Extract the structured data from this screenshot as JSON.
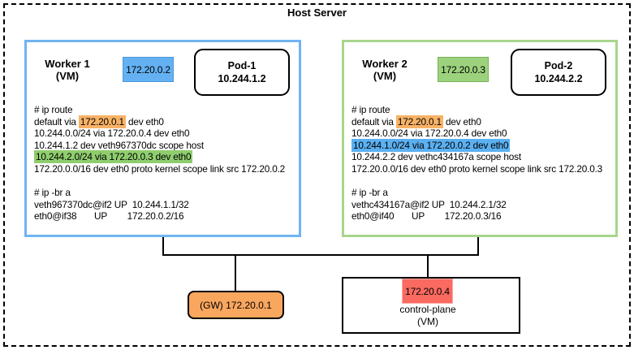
{
  "diagram": {
    "title": "Host Server",
    "colors": {
      "blue": "#5bb0f1",
      "green": "#8fce6e",
      "orange": "#f8b266",
      "red": "#fa6a61",
      "worker1_border": "#70b4f2",
      "worker2_border": "#a7d68d",
      "gateway_fill": "#f9a65e",
      "blue_chip": "#63b1f2",
      "green_chip": "#9cd27d"
    },
    "worker1": {
      "name": "Worker 1",
      "type": "(VM)",
      "ip": "172.20.0.2",
      "pod": {
        "name": "Pod-1",
        "ip": "10.244.1.2"
      },
      "terminal": [
        [
          {
            "t": "# ip route"
          }
        ],
        [
          {
            "t": "default via "
          },
          {
            "t": "172.20.0.1",
            "hl": "orange"
          },
          {
            "t": " dev eth0"
          }
        ],
        [
          {
            "t": "10.244.0.0/24 via 172.20.0.4 dev eth0"
          }
        ],
        [
          {
            "t": "10.244.1.2 dev veth967370dc scope host"
          }
        ],
        [
          {
            "t": "10.244.2.0/24 via 172.20.0.3 dev eth0",
            "hl": "green"
          }
        ],
        [
          {
            "t": "172.20.0.0/16 dev eth0 proto kernel scope link src 172.20.0.2"
          }
        ],
        [],
        [
          {
            "t": "# ip -br a"
          }
        ],
        [
          {
            "t": "veth967370dc@if2 UP  10.244.1.1/32"
          }
        ],
        [
          {
            "t": "eth0@if38       UP        172.20.0.2/16"
          }
        ]
      ]
    },
    "worker2": {
      "name": "Worker 2",
      "type": "(VM)",
      "ip": "172.20.0.3",
      "pod": {
        "name": "Pod-2",
        "ip": "10.244.2.2"
      },
      "terminal": [
        [
          {
            "t": "# ip route"
          }
        ],
        [
          {
            "t": "default via "
          },
          {
            "t": "172.20.0.1",
            "hl": "orange"
          },
          {
            "t": " dev eth0"
          }
        ],
        [
          {
            "t": "10.244.0.0/24 via 172.20.0.4 dev eth0"
          }
        ],
        [
          {
            "t": "10.244.1.0/24 via 172.20.0.2 dev eth0",
            "hl": "blue"
          }
        ],
        [
          {
            "t": "10.244.2.2 dev vethc434167a scope host"
          }
        ],
        [
          {
            "t": "172.20.0.0/16 dev eth0 proto kernel scope link src 172.20.0.3"
          }
        ],
        [],
        [
          {
            "t": "# ip -br a"
          }
        ],
        [
          {
            "t": "vethc434167a@if2 UP  10.244.2.1/32"
          }
        ],
        [
          {
            "t": "eth0@if40       UP        172.20.0.3/16"
          }
        ]
      ]
    },
    "gateway": {
      "label": "(GW) 172.20.0.1"
    },
    "control_plane": {
      "ip": "172.20.0.4",
      "name": "control-plane",
      "type": "(VM)"
    }
  }
}
